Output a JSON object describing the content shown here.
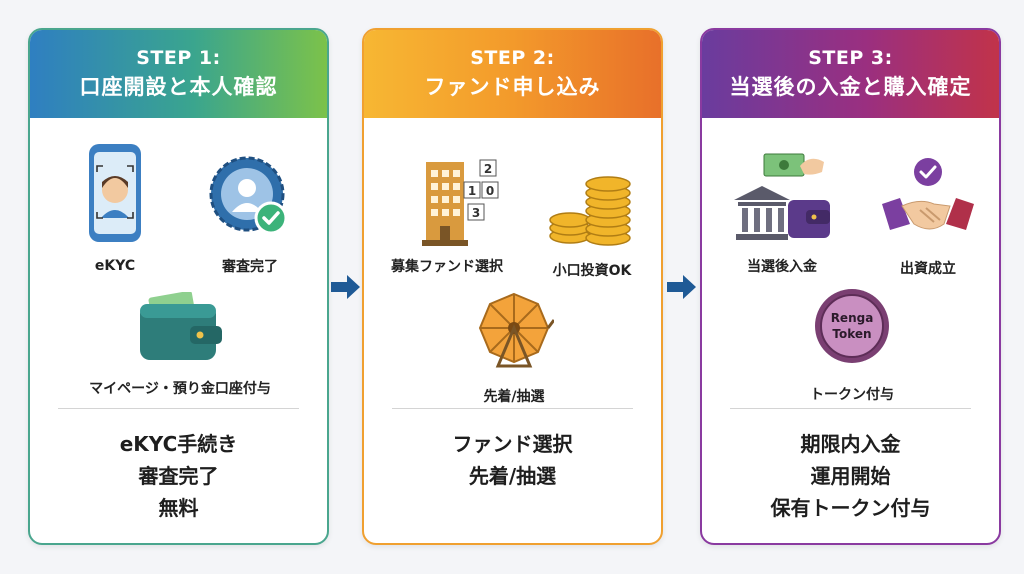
{
  "steps": [
    {
      "step_label": "STEP 1:",
      "title": "口座開設と本人確認",
      "items": [
        {
          "label": "eKYC",
          "icon": "phone-face-icon"
        },
        {
          "label": "審査完了",
          "icon": "badge-check-icon"
        },
        {
          "label": "マイページ・預り金口座付与",
          "icon": "wallet-icon"
        }
      ],
      "summary": [
        "eKYC手続き",
        "審査完了",
        "無料"
      ]
    },
    {
      "step_label": "STEP 2:",
      "title": "ファンド申し込み",
      "items": [
        {
          "label": "募集ファンド選択",
          "icon": "building-icon"
        },
        {
          "label": "小口投資OK",
          "icon": "coins-icon"
        },
        {
          "label": "先着/抽選",
          "icon": "lottery-wheel-icon"
        }
      ],
      "summary": [
        "ファンド選択",
        "先着/抽選"
      ]
    },
    {
      "step_label": "STEP 3:",
      "title": "当選後の入金と購入確定",
      "items": [
        {
          "label": "当選後入金",
          "icon": "bank-payment-icon"
        },
        {
          "label": "出資成立",
          "icon": "handshake-icon"
        },
        {
          "label": "トークン付与",
          "icon": "token-coin-icon"
        }
      ],
      "summary": [
        "期限内入金",
        "運用開始",
        "保有トークン付与"
      ]
    }
  ],
  "token_text": [
    "Renga",
    "Token"
  ],
  "colors": {
    "step1_accent": "#3aa58e",
    "step2_accent": "#f39a2b",
    "step3_accent": "#8a3aa0",
    "arrow": "#1f5a96"
  }
}
